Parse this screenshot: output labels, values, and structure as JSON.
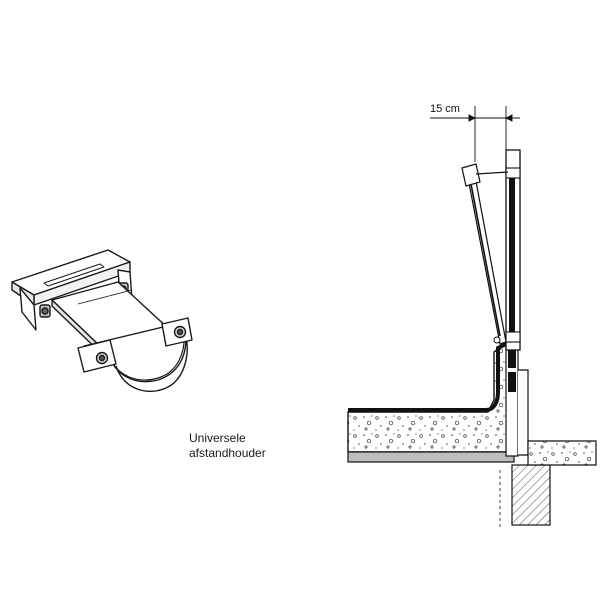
{
  "caption": {
    "line1": "Universele",
    "line2": "afstandhouder"
  },
  "dimension": {
    "label": "15 cm"
  }
}
